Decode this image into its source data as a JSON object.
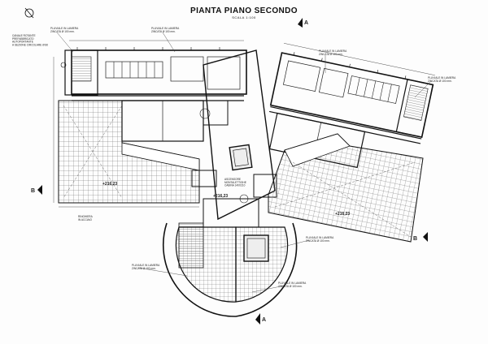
{
  "drawing": {
    "title": "PIANTA PIANO SECONDO",
    "scale": "SCALA 1:100",
    "levels": [
      "+216,23",
      "+216,23",
      "+216,23"
    ],
    "section_markers": [
      "A",
      "A",
      "B",
      "B"
    ],
    "labels": {
      "pluviale_top_left": "PLUVIALE IN LAMIERA\nZINCATA Ø 100 mm.",
      "pluviale_top_mid": "PLUVIALE IN LAMIERA\nZINCATA Ø 100 mm.",
      "pluviale_right_top": "PLUVIALE IN LAMIERA\nZINCATA Ø 100 mm.",
      "pluviale_right": "PLUVIALE IN LAMIERA\nZINCATA Ø 100 mm.",
      "pluviale_center": "PLUVIALE IN LAMIERA\nZINCATA Ø 100 mm.",
      "pluviale_bottom_left": "PLUVIALE IN LAMIERA\nZINCATA Ø 100 mm.",
      "pluviale_bottom_right": "PLUVIALE IN LAMIERA\nZINCATA Ø 100 mm.",
      "canale": "CANALE ROTANTE\nPREFABBRICATO\nAUTOPORTANTE\nA SEZIONE CIRCOLARE Ø 80",
      "ascensore": "ASCENSORE\nMONTALETTIGHE\nCABINA 140X210",
      "ringhiera": "RINGHIERA\nIN ACCIAIO"
    }
  }
}
